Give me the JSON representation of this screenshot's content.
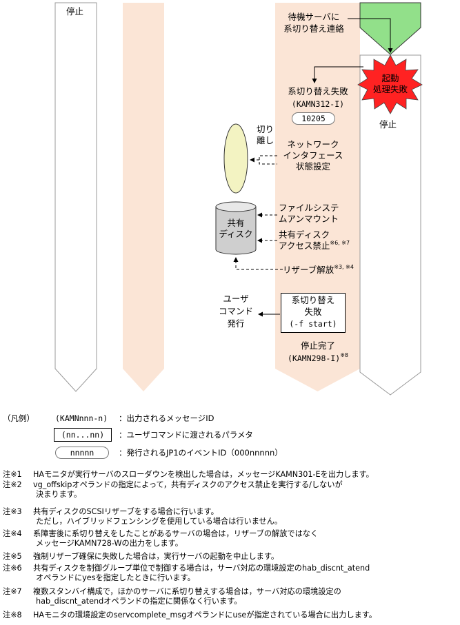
{
  "colors": {
    "salmon": "#fbe5d6",
    "green": "#92e08a",
    "burst": "#ff2222",
    "ellipse": "#f3f3c2"
  },
  "icons": {
    "legend_box": "rectangle",
    "legend_rounded": "rounded-rectangle",
    "disk": "cylinder",
    "burst": "explosion"
  },
  "diagram": {
    "col1_label": "停止",
    "standby_notify": [
      "待機サーバに",
      "系切り替え連絡"
    ],
    "startup_failure": [
      "起動",
      "処理失敗"
    ],
    "col4_stop": "停止",
    "switch_fail": {
      "line1": "系切り替え失敗",
      "line2": "(KAMN312-I)",
      "event": "10205"
    },
    "detach": [
      "切り",
      "離し"
    ],
    "network": [
      "ネットワーク",
      "インタフェース",
      "状態設定"
    ],
    "disk_label": [
      "共有",
      "ディスク"
    ],
    "fs_unmount": [
      "ファイルシステ",
      "ムアンマウント"
    ],
    "disk_access": {
      "line1": "共有ディスク",
      "line2": "アクセス禁止",
      "sup": "※6, ※7"
    },
    "reserve": {
      "text": "リザーブ解放",
      "sup": "※3, ※4"
    },
    "user_cmd": [
      "ユーザ",
      "コマンド",
      "発行"
    ],
    "cmd_box": [
      "系切り替え",
      "失敗",
      "(-f start)"
    ],
    "stop_done": {
      "line1": "停止完了",
      "line2": "(KAMN298-I)",
      "sup": "※8"
    }
  },
  "legend": {
    "title": "（凡例）",
    "rows": [
      {
        "sample": "(KAMNnnn-n)",
        "desc": "：出力されるメッセージID"
      },
      {
        "sample": "(nn...nn)",
        "desc": "：ユーザコマンドに渡されるパラメタ"
      },
      {
        "sample": "nnnnn",
        "desc": "：発行されるJP1のイベントID（000nnnnn）"
      }
    ]
  },
  "notes": [
    {
      "label": "注※1",
      "lines": [
        "HAモニタが実行サーバのスローダウンを検出した場合は，メッセージKAMN301-Eを出力します。"
      ]
    },
    {
      "label": "注※2",
      "lines": [
        "vg_offskipオペランドの指定によって，共有ディスクのアクセス禁止を実行する/しないが",
        "決まります。"
      ]
    },
    {
      "label": "注※3",
      "lines": [
        "共有ディスクのSCSIリザーブをする場合に行います。",
        "ただし，ハイブリッドフェンシングを使用している場合は行いません。"
      ]
    },
    {
      "label": "注※4",
      "lines": [
        "系障害後に系切り替えをしたことがあるサーバの場合は，リザーブの解放ではなく",
        "メッセージKAMN728-Wの出力をします。"
      ]
    },
    {
      "label": "注※5",
      "lines": [
        "強制リザーブ確保に失敗した場合は，実行サーバの起動を中止します。"
      ]
    },
    {
      "label": "注※6",
      "lines": [
        "共有ディスクを制御グループ単位で制御する場合は，サーバ対応の環境設定のhab_discnt_atend",
        "オペランドにyesを指定したときに行います。"
      ]
    },
    {
      "label": "注※7",
      "lines": [
        "複数スタンバイ構成で，ほかのサーバに系切り替えする場合は，サーバ対応の環境設定の",
        "hab_discnt_atendオペランドの指定に関係なく行います。"
      ]
    },
    {
      "label": "注※8",
      "lines": [
        "HAモニタの環境設定のservcomplete_msgオペランドにuseが指定されている場合に出力します。"
      ]
    }
  ]
}
